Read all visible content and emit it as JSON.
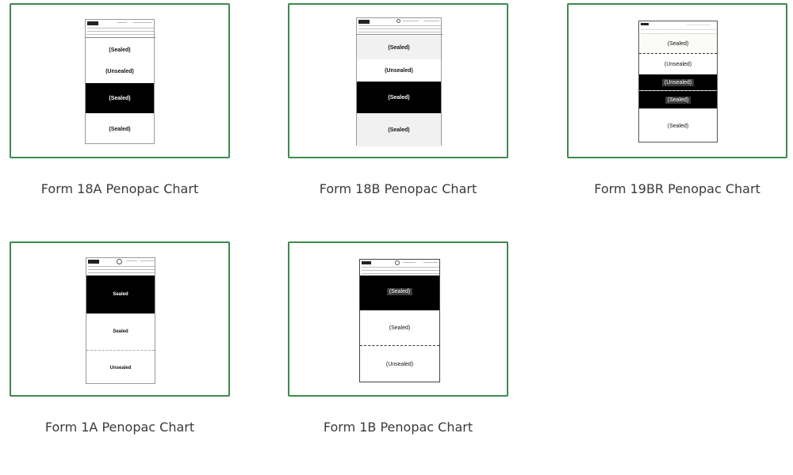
{
  "charts": [
    {
      "caption": "Form 18A Penopac Chart",
      "bands": [
        "(Sealed)",
        "(Unsealed)",
        "(Sealed)",
        "(Sealed)"
      ]
    },
    {
      "caption": "Form 18B Penopac Chart",
      "bands": [
        "(Sealed)",
        "(Unsealed)",
        "(Sealed)",
        "(Sealed)"
      ]
    },
    {
      "caption": "Form 19BR Penopac Chart",
      "bands": [
        "(Sealed)",
        "(Unsealed)",
        "(Unsealed)",
        "(Sealed)",
        "(Sealed)"
      ]
    },
    {
      "caption": "Form 1A Penopac Chart",
      "bands": [
        "Sealed",
        "Sealed",
        "Unsealed"
      ]
    },
    {
      "caption": "Form 1B Penopac Chart",
      "bands": [
        "(Sealed)",
        "(Sealed)",
        "(Unsealed)"
      ]
    }
  ],
  "colors": {
    "border": "#3f8a4e",
    "caption": "#3a3a3a"
  }
}
